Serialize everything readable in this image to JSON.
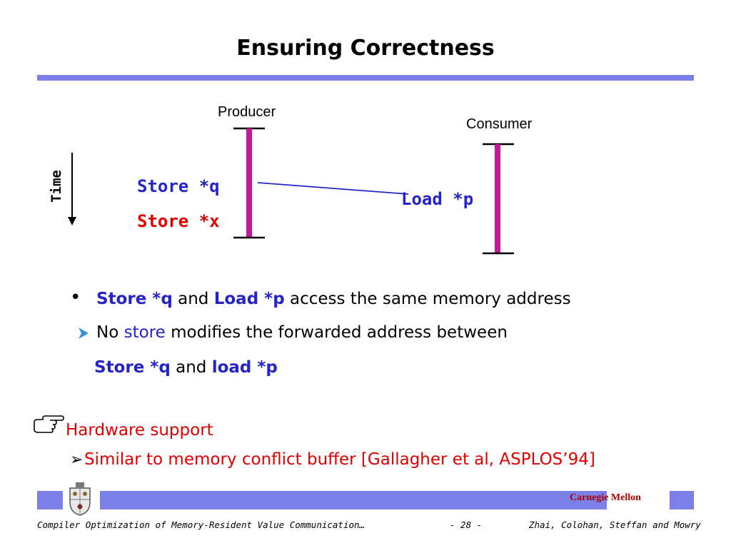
{
  "slide": {
    "title": "Ensuring Correctness"
  },
  "diagram": {
    "producer_label": "Producer",
    "consumer_label": "Consumer",
    "time_label": "Time",
    "store_q": "Store *q",
    "store_x": "Store *x",
    "load_p": "Load *p"
  },
  "bullets": {
    "b1_kw1": "Store *q",
    "b1_and": "and",
    "b1_kw2": "Load *p",
    "b1_rest": "access the same memory address",
    "b2_no": "No",
    "b2_store": "store",
    "b2_rest": "modifies the forwarded address between",
    "b2_kw1": "Store *q",
    "b2_and": "and",
    "b2_kw2": "load *p"
  },
  "hardware": {
    "heading": "Hardware support",
    "sub": "Similar to memory conflict buffer [Gallagher et al,  ASPLOS’94]"
  },
  "footer": {
    "institution": "Carnegie Mellon",
    "paper": "Compiler Optimization of Memory-Resident Value Communication…",
    "page": "- 28 -",
    "authors": "Zhai, Colohan, Steffan and Mowry"
  },
  "colors": {
    "accent_band": "#7B7FE8",
    "timeline_bar": "#C8169C",
    "keyword_blue": "#2424C8",
    "highlight_red": "#E00000"
  }
}
